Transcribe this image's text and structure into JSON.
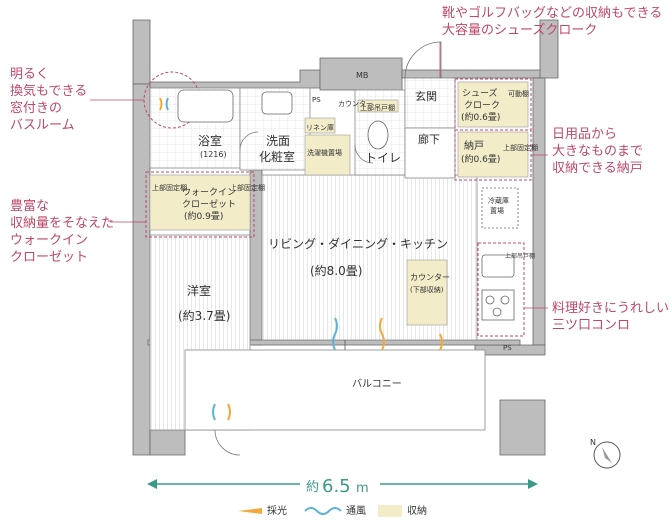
{
  "callouts": {
    "shoe_cloak": [
      "靴やゴルフバッグなどの収納もできる",
      "大容量のシューズクローク"
    ],
    "bathroom": [
      "明るく",
      "換気もできる",
      "窓付きの",
      "バスルーム"
    ],
    "closet": [
      "日用品から",
      "大きなものまで",
      "収納できる納戸"
    ],
    "walkin": [
      "豊富な",
      "収納量をそなえた",
      "ウォークイン",
      "クローゼット"
    ],
    "kitchen": [
      "料理好きにうれしい",
      "三ツ口コンロ"
    ]
  },
  "rooms": {
    "bath": "浴室",
    "bath_size": "(1216)",
    "washroom": [
      "洗面",
      "化粧室"
    ],
    "linen": "リネン庫",
    "washer": [
      "洗濯機置場"
    ],
    "upper_shelf": "上部吊戸棚",
    "counter_small": "カウンター",
    "toilet": "トイレ",
    "entrance": "玄関",
    "hallway": "廊下",
    "shoes": [
      "シューズ",
      "クローク",
      "(約0.6畳)"
    ],
    "movable_shelf": "可動棚",
    "nando": [
      "納戸",
      "(約0.6畳)"
    ],
    "upper_fixed": "上部固定棚",
    "walkin": [
      "ウォークイン",
      "クローゼット",
      "(約0.9畳)"
    ],
    "fridge": [
      "冷蔵庫",
      "置場"
    ],
    "ldk": [
      "リビング・ダイニング・キッチン",
      "(約8.0畳)"
    ],
    "counter": [
      "カウンター",
      "(下部収納)"
    ],
    "western": [
      "洋室",
      "(約3.7畳)"
    ],
    "balcony": "バルコニー",
    "mb": "MB",
    "ps": "PS"
  },
  "dimension": {
    "prefix": "約",
    "value": "6.5",
    "unit": "m"
  },
  "compass": "N",
  "legend": {
    "light": "採光",
    "wind": "通風",
    "storage": "収納"
  },
  "colors": {
    "accent": "#c0476a",
    "storage": "#f2ecc9",
    "light": "#f0a93a",
    "wind": "#5fb4d6",
    "wall": "#bdbdbd",
    "dimension": "#3b9a83"
  }
}
